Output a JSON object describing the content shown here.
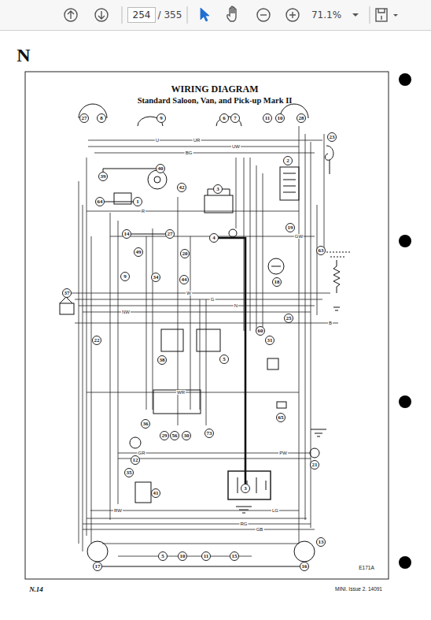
{
  "diagram": {
    "title": "WIRING DIAGRAM",
    "nodes": [
      {
        "text": [
          "254"
        ]
      },
      {
        "text": [
          "27"
        ]
      },
      {
        "text": [
          "8"
        ]
      },
      {
        "text": [
          "9"
        ]
      },
      {
        "text": [
          "6"
        ]
      },
      {
        "text": [
          "7"
        ]
      },
      {
        "text": [
          "11"
        ]
      },
      {
        "text": [
          "10"
        ]
      },
      {
        "text": [
          "28"
        ]
      },
      {
        "text": [
          "23"
        ]
      },
      {
        "text": [
          "39"
        ]
      },
      {
        "text": [
          "40"
        ]
      },
      {
        "text": [
          "42"
        ]
      },
      {
        "text": [
          "3"
        ]
      },
      {
        "text": [
          "2"
        ]
      },
      {
        "text": [
          "1"
        ]
      },
      {
        "text": [
          "64"
        ]
      },
      {
        "text": [
          "14"
        ]
      },
      {
        "text": [
          "27"
        ]
      },
      {
        "text": [
          "4"
        ]
      },
      {
        "text": [
          "19"
        ]
      },
      {
        "text": [
          "63"
        ]
      },
      {
        "text": [
          "49"
        ]
      },
      {
        "text": [
          "20"
        ]
      },
      {
        "text": [
          "9"
        ]
      },
      {
        "text": [
          "34"
        ]
      },
      {
        "text": [
          "44"
        ]
      },
      {
        "text": [
          "18"
        ]
      },
      {
        "text": [
          "37"
        ]
      },
      {
        "text": [
          "25"
        ]
      },
      {
        "text": [
          "60"
        ]
      },
      {
        "text": [
          "31"
        ]
      },
      {
        "text": [
          "22"
        ]
      },
      {
        "text": [
          "5"
        ]
      },
      {
        "text": [
          "38"
        ]
      },
      {
        "text": [
          "65"
        ]
      },
      {
        "text": [
          "29"
        ]
      },
      {
        "text": [
          "56"
        ]
      },
      {
        "text": [
          "30"
        ]
      },
      {
        "text": [
          "73"
        ]
      },
      {
        "text": [
          "12"
        ]
      },
      {
        "text": [
          "21"
        ]
      },
      {
        "text": [
          "35"
        ]
      },
      {
        "text": [
          "41"
        ]
      },
      {
        "text": [
          "3"
        ]
      },
      {
        "text": [
          "17"
        ]
      },
      {
        "text": [
          "16"
        ]
      },
      {
        "text": [
          "13"
        ]
      },
      {
        "text": [
          "15"
        ]
      },
      {
        "text": [
          "10"
        ]
      },
      {
        "text": [
          "11"
        ]
      },
      {
        "text": [
          "5"
        ]
      },
      {
        "text": [
          "36"
        ]
      }
    ],
    "edges": [
      {
        "from": 44,
        "to": 19,
        "arrow": "none"
      },
      {
        "from": 11,
        "to": 10,
        "arrow": "none"
      },
      {
        "from": 15,
        "to": 16,
        "arrow": "none"
      },
      {
        "from": 17,
        "to": 18,
        "arrow": "none"
      },
      {
        "from": 45,
        "to": 46,
        "arrow": "none"
      }
    ],
    "labels": [
      "N",
      "Standard Saloon, Van, and Pick-up Mark II",
      "N.14",
      "MINI. Issue 2. 14091",
      "E171A",
      "/ 355",
      "71.1%",
      "U",
      "UR",
      "UW",
      "W",
      "G",
      "N",
      "R",
      "GW",
      "B",
      "PW",
      "GR",
      "RG",
      "GB",
      "RW",
      "LG",
      "NW",
      "WR",
      "BG"
    ]
  }
}
